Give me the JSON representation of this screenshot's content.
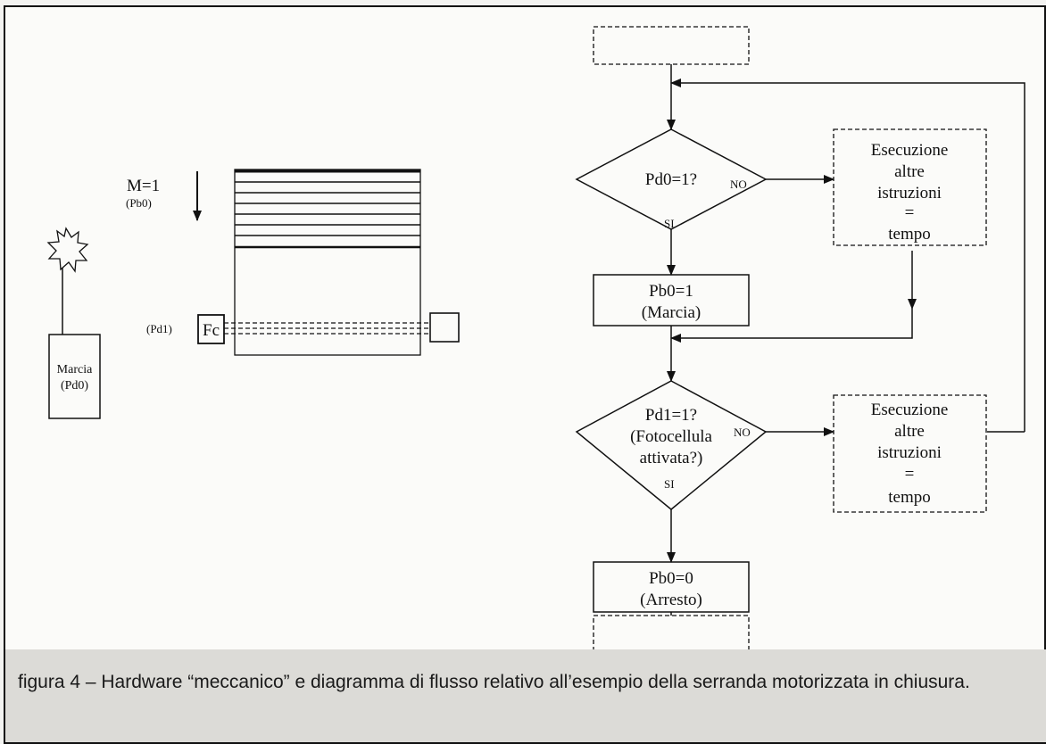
{
  "hardware": {
    "motor_label": "M=1",
    "motor_port": "(Pb0)",
    "photocell_port": "(Pd1)",
    "photocell_label": "Fc",
    "button_label_line1": "Marcia",
    "button_label_line2": "(Pd0)"
  },
  "flowchart": {
    "decision1": "Pd0=1?",
    "decision1_no": "NO",
    "decision1_yes": "SI",
    "process1_line1": "Pb0=1",
    "process1_line2": "(Marcia)",
    "side1_line1": "Esecuzione",
    "side1_line2": "altre",
    "side1_line3": "istruzioni",
    "side1_line4": "=",
    "side1_line5": "tempo",
    "decision2_line1": "Pd1=1?",
    "decision2_line2": "(Fotocellula",
    "decision2_line3": "attivata?)",
    "decision2_no": "NO",
    "decision2_yes": "SI",
    "side2_line1": "Esecuzione",
    "side2_line2": "altre",
    "side2_line3": "istruzioni",
    "side2_line4": "=",
    "side2_line5": "tempo",
    "process2_line1": "Pb0=0",
    "process2_line2": "(Arresto)"
  },
  "caption": "figura 4 – Hardware “meccanico” e diagramma di flusso relativo all’esempio della serranda motorizzata in chiusura."
}
